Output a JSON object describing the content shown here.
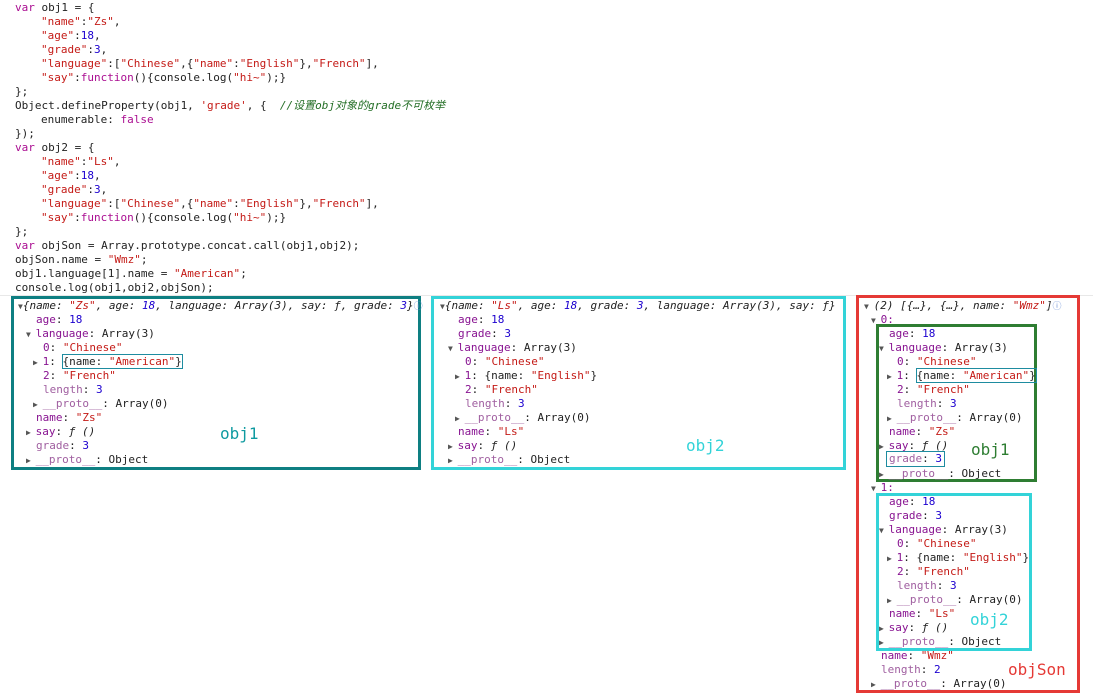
{
  "code": {
    "l1": [
      "var",
      " obj1 = {"
    ],
    "l2": [
      "\"name\"",
      ":",
      "\"Zs\"",
      ","
    ],
    "l3": [
      "\"age\"",
      ":",
      "18",
      ","
    ],
    "l4": [
      "\"grade\"",
      ":",
      "3",
      ","
    ],
    "l5": [
      "\"language\"",
      ":[",
      "\"Chinese\"",
      ",{",
      "\"name\"",
      ":",
      "\"English\"",
      "},",
      "\"French\"",
      "],"
    ],
    "l6": [
      "\"say\"",
      ":",
      "function",
      "(){console.log(",
      "\"hi~\"",
      ");}"
    ],
    "l7": "};",
    "l8": [
      "Object.defineProperty(obj1, ",
      "'grade'",
      ", {  ",
      "//设置obj对象的grade不可枚举"
    ],
    "l9": [
      "enumerable: ",
      "false"
    ],
    "l10": "});",
    "l11": [
      "var",
      " obj2 = {"
    ],
    "l12": [
      "\"name\"",
      ":",
      "\"Ls\"",
      ","
    ],
    "l13": [
      "\"age\"",
      ":",
      "18",
      ","
    ],
    "l14": [
      "\"grade\"",
      ":",
      "3",
      ","
    ],
    "l15": [
      "\"language\"",
      ":[",
      "\"Chinese\"",
      ",{",
      "\"name\"",
      ":",
      "\"English\"",
      "},",
      "\"French\"",
      "],"
    ],
    "l16": [
      "\"say\"",
      ":",
      "function",
      "(){console.log(",
      "\"hi~\"",
      ");}"
    ],
    "l17": "};",
    "l18": [
      "var",
      " objSon = Array.prototype.concat.call(obj1,obj2);"
    ],
    "l19": [
      "objSon.name = ",
      "\"Wmz\"",
      ";"
    ],
    "l20": [
      "obj1.language[1].name = ",
      "\"American\"",
      ";"
    ],
    "l21": "console.log(obj1,obj2,objSon);"
  },
  "panel1": {
    "summary": [
      "{name: ",
      "\"Zs\"",
      ", age: ",
      "18",
      ", language: Array(3), say: ƒ, grade: ",
      "3",
      "}"
    ],
    "age": [
      "age",
      ": ",
      "18"
    ],
    "language": [
      "language",
      ": Array(3)"
    ],
    "lang0": [
      "0",
      ": ",
      "\"Chinese\""
    ],
    "lang1": [
      "1",
      ": ",
      "{name: ",
      "\"American\"",
      "}"
    ],
    "lang2": [
      "2",
      ": ",
      "\"French\""
    ],
    "length": [
      "length",
      ": ",
      "3"
    ],
    "lproto": [
      "__proto__",
      ": Array(0)"
    ],
    "name": [
      "name",
      ": ",
      "\"Zs\""
    ],
    "say": [
      "say",
      ": ",
      "ƒ ()"
    ],
    "grade": [
      "grade",
      ": ",
      "3"
    ],
    "proto": [
      "__proto__",
      ": Object"
    ],
    "annotation": "obj1"
  },
  "panel2": {
    "summary": [
      "{name: ",
      "\"Ls\"",
      ", age: ",
      "18",
      ", grade: ",
      "3",
      ", language: Array(3), say: ƒ}"
    ],
    "age": [
      "age",
      ": ",
      "18"
    ],
    "grade": [
      "grade",
      ": ",
      "3"
    ],
    "language": [
      "language",
      ": Array(3)"
    ],
    "lang0": [
      "0",
      ": ",
      "\"Chinese\""
    ],
    "lang1": [
      "1",
      ": ",
      "{name: ",
      "\"English\"",
      "}"
    ],
    "lang2": [
      "2",
      ": ",
      "\"French\""
    ],
    "length": [
      "length",
      ": ",
      "3"
    ],
    "lproto": [
      "__proto__",
      ": Array(0)"
    ],
    "name": [
      "name",
      ": ",
      "\"Ls\""
    ],
    "say": [
      "say",
      ": ",
      "ƒ ()"
    ],
    "proto": [
      "__proto__",
      ": Object"
    ],
    "annotation": "obj2"
  },
  "panel3": {
    "summary": [
      "(2) [{…}, {…}, name: ",
      "\"Wmz\"",
      "]"
    ],
    "i0": "0:",
    "o1": {
      "age": [
        "age",
        ": ",
        "18"
      ],
      "language": [
        "language",
        ": Array(3)"
      ],
      "lang0": [
        "0",
        ": ",
        "\"Chinese\""
      ],
      "lang1": [
        "1",
        ": ",
        "{name: ",
        "\"American\"",
        "}"
      ],
      "lang2": [
        "2",
        ": ",
        "\"French\""
      ],
      "length": [
        "length",
        ": ",
        "3"
      ],
      "lproto": [
        "__proto__",
        ": Array(0)"
      ],
      "name": [
        "name",
        ": ",
        "\"Zs\""
      ],
      "say": [
        "say",
        ": ",
        "ƒ ()"
      ],
      "grade": [
        "grade",
        ": ",
        "3"
      ],
      "proto": [
        "__proto__",
        ": Object"
      ],
      "annotation": "obj1"
    },
    "i1": "1:",
    "o2": {
      "age": [
        "age",
        ": ",
        "18"
      ],
      "grade": [
        "grade",
        ": ",
        "3"
      ],
      "language": [
        "language",
        ": Array(3)"
      ],
      "lang0": [
        "0",
        ": ",
        "\"Chinese\""
      ],
      "lang1": [
        "1",
        ": ",
        "{name: ",
        "\"English\"",
        "}"
      ],
      "lang2": [
        "2",
        ": ",
        "\"French\""
      ],
      "length": [
        "length",
        ": ",
        "3"
      ],
      "lproto": [
        "__proto__",
        ": Array(0)"
      ],
      "name": [
        "name",
        ": ",
        "\"Ls\""
      ],
      "say": [
        "say",
        ": ",
        "ƒ ()"
      ],
      "proto": [
        "__proto__",
        ": Object"
      ],
      "annotation": "obj2"
    },
    "name": [
      "name",
      ": ",
      "\"Wmz\""
    ],
    "length": [
      "length",
      ": ",
      "2"
    ],
    "proto": [
      "__proto__",
      ": Array(0)"
    ],
    "annotation": "objSon"
  },
  "colors": {
    "box_obj1": "#0e7f82",
    "box_obj2": "#33d3d8",
    "box_objson": "#e53935",
    "box_inner_obj1": "#2e7d32",
    "highlight": "#1e8ca0"
  }
}
